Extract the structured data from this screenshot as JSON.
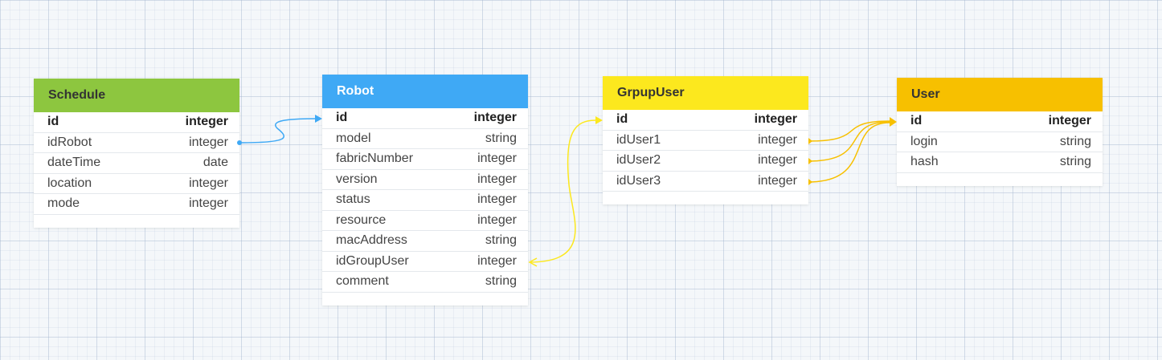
{
  "tables": {
    "schedule": {
      "title": "Schedule",
      "color": "#8dc63f",
      "rows": [
        {
          "name": "id",
          "type": "integer",
          "pk": true
        },
        {
          "name": "idRobot",
          "type": "integer"
        },
        {
          "name": "dateTime",
          "type": "date"
        },
        {
          "name": "location",
          "type": "integer"
        },
        {
          "name": "mode",
          "type": "integer"
        }
      ]
    },
    "robot": {
      "title": "Robot",
      "color": "#3fa9f5",
      "rows": [
        {
          "name": "id",
          "type": "integer",
          "pk": true
        },
        {
          "name": "model",
          "type": "string"
        },
        {
          "name": "fabricNumber",
          "type": "integer"
        },
        {
          "name": "version",
          "type": "integer"
        },
        {
          "name": "status",
          "type": "integer"
        },
        {
          "name": "resource",
          "type": "integer"
        },
        {
          "name": "macAddress",
          "type": "string"
        },
        {
          "name": "idGroupUser",
          "type": "integer"
        },
        {
          "name": "comment",
          "type": "string"
        }
      ]
    },
    "grpupuser": {
      "title": "GrpupUser",
      "color": "#fce81e",
      "rows": [
        {
          "name": "id",
          "type": "integer",
          "pk": true
        },
        {
          "name": "idUser1",
          "type": "integer"
        },
        {
          "name": "idUser2",
          "type": "integer"
        },
        {
          "name": "idUser3",
          "type": "integer"
        }
      ]
    },
    "user": {
      "title": "User",
      "color": "#f7c000",
      "rows": [
        {
          "name": "id",
          "type": "integer",
          "pk": true
        },
        {
          "name": "login",
          "type": "string"
        },
        {
          "name": "hash",
          "type": "string"
        }
      ]
    }
  },
  "relations": [
    {
      "from": "schedule.idRobot",
      "to": "robot.id",
      "color": "#3fa9f5"
    },
    {
      "from": "robot.idGroupUser",
      "to": "grpupuser.id",
      "color": "#fce81e"
    },
    {
      "from": "grpupuser.idUser1",
      "to": "user.id",
      "color": "#f7c000"
    },
    {
      "from": "grpupuser.idUser2",
      "to": "user.id",
      "color": "#f7c000"
    },
    {
      "from": "grpupuser.idUser3",
      "to": "user.id",
      "color": "#f7c000"
    }
  ]
}
